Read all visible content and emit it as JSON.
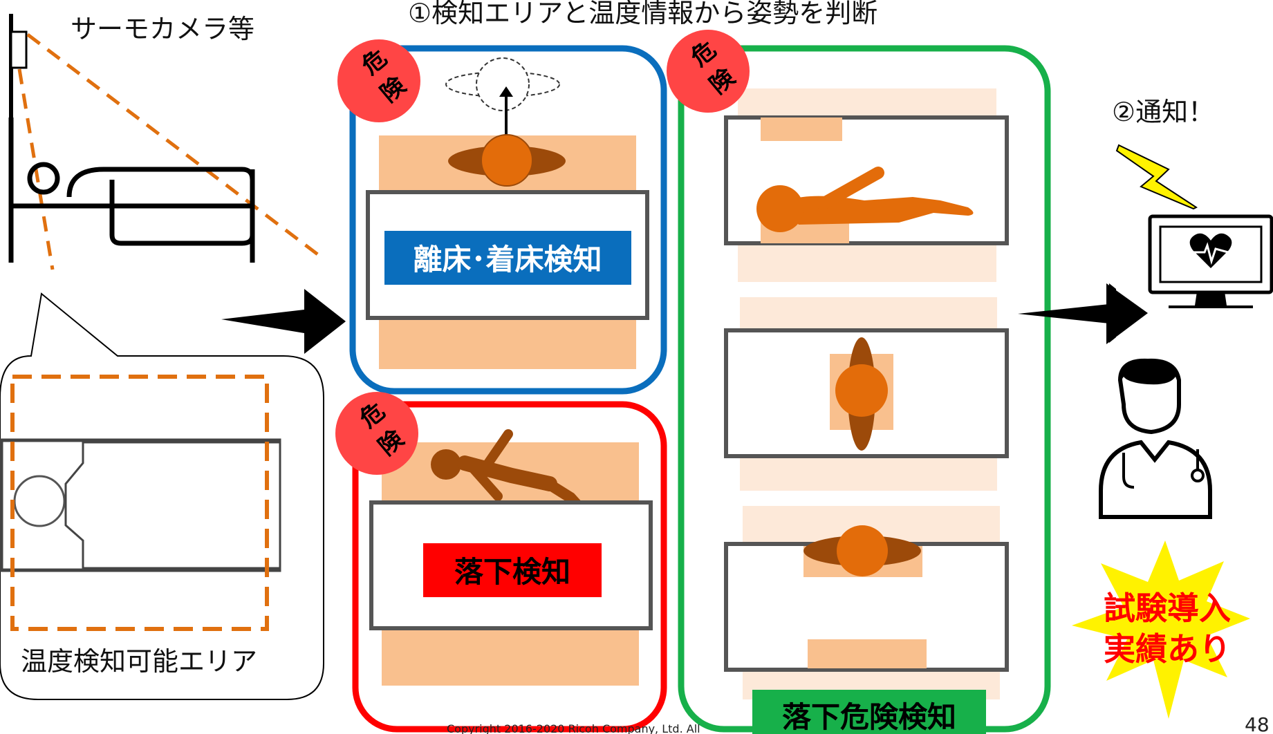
{
  "camera_label": "サーモカメラ等",
  "main_title": "①検知エリアと温度情報から姿勢を判断",
  "notify_label": "②通知！",
  "area_label": "温度検知可能エリア",
  "danger_char_1": "危",
  "danger_char_2": "険",
  "panels": {
    "bed_exit": "離床･着床検知",
    "fall": "落下検知",
    "fall_risk": "落下危険検知"
  },
  "badge": {
    "line1": "試験導入",
    "line2": "実績あり"
  },
  "copyright": "Copyright 2016-2020 Ricoh Company, Ltd. All",
  "page_number": "48",
  "colors": {
    "blue": "#0A6EBD",
    "red": "#FF0000",
    "green": "#17B04A",
    "orange_dashed": "#E0700F",
    "body_orange": "#E36C0A",
    "body_brown": "#9C4A0A",
    "mattress": "#F9C08E",
    "danger_badge": "#FF4545",
    "yellow": "#FFF200"
  },
  "icons": [
    "camera-icon",
    "bed-icon",
    "monitor-heart-icon",
    "lightning-icon",
    "doctor-icon",
    "arrow-right-icon"
  ]
}
